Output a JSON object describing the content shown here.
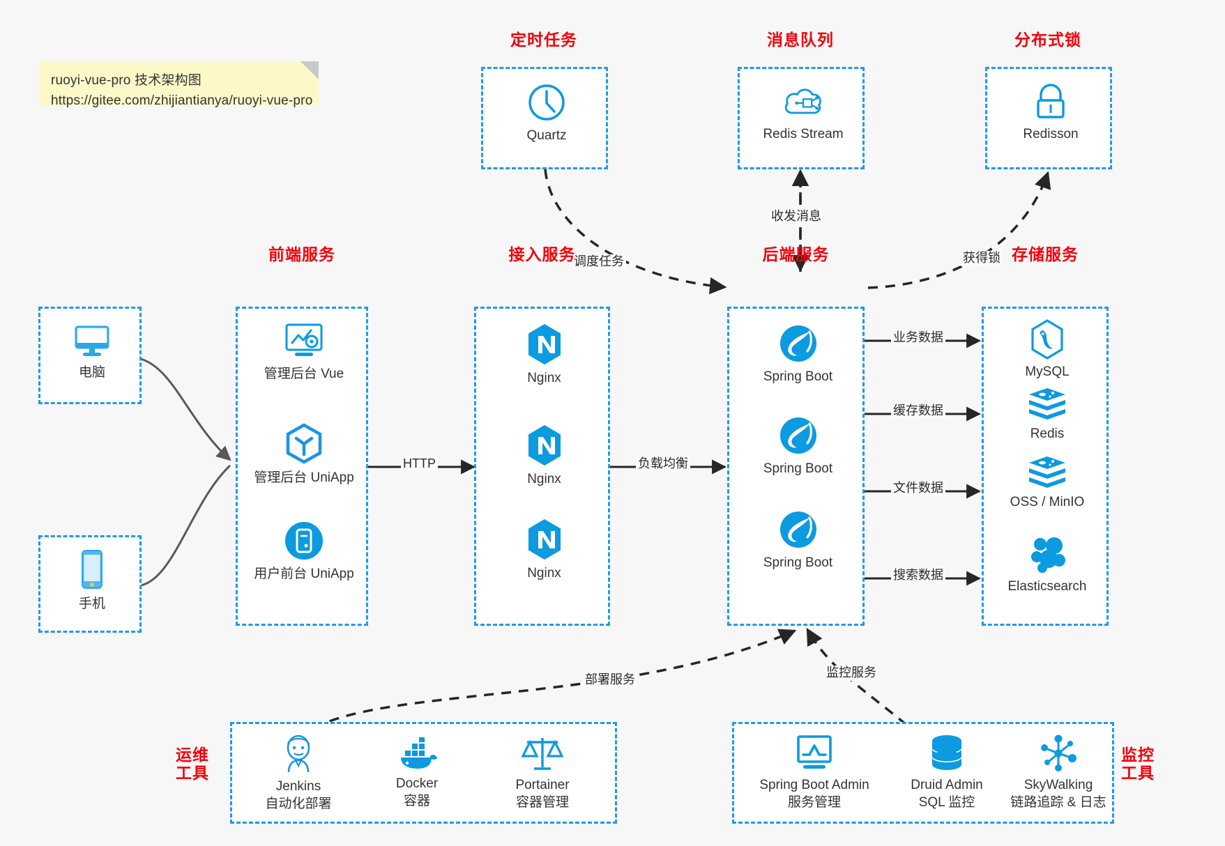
{
  "note": {
    "line1": "ruoyi-vue-pro 技术架构图",
    "line2": "https://gitee.com/zhijiantianya/ruoyi-vue-pro"
  },
  "groups": {
    "scheduler": "定时任务",
    "mq": "消息队列",
    "lock": "分布式锁",
    "frontend": "前端服务",
    "gateway": "接入服务",
    "backend": "后端服务",
    "storage": "存储服务",
    "devops_l1": "运维",
    "devops_l2": "工具",
    "monitor_l1": "监控",
    "monitor_l2": "工具"
  },
  "nodes": {
    "quartz": "Quartz",
    "redis_stream": "Redis Stream",
    "redisson": "Redisson",
    "computer": "电脑",
    "phone": "手机",
    "admin_vue": "管理后台 Vue",
    "admin_uniapp": "管理后台 UniApp",
    "user_uniapp": "用户前台 UniApp",
    "nginx1": "Nginx",
    "nginx2": "Nginx",
    "nginx3": "Nginx",
    "springboot1": "Spring Boot",
    "springboot2": "Spring Boot",
    "springboot3": "Spring Boot",
    "mysql": "MySQL",
    "redis": "Redis",
    "oss": "OSS / MinIO",
    "elasticsearch": "Elasticsearch",
    "jenkins": "Jenkins",
    "jenkins_sub": "自动化部署",
    "docker": "Docker",
    "docker_sub": "容器",
    "portainer": "Portainer",
    "portainer_sub": "容器管理",
    "sba": "Spring Boot Admin",
    "sba_sub": "服务管理",
    "druid": "Druid Admin",
    "druid_sub": "SQL 监控",
    "skywalking": "SkyWalking",
    "skywalking_sub": "链路追踪 & 日志"
  },
  "edges": {
    "schedule_task": "调度任务",
    "send_receive_msg": "收发消息",
    "acquire_lock": "获得锁",
    "http": "HTTP",
    "load_balance": "负载均衡",
    "business_data": "业务数据",
    "cache_data": "缓存数据",
    "file_data": "文件数据",
    "search_data": "搜索数据",
    "deploy_service": "部署服务",
    "monitor_service": "监控服务"
  },
  "colors": {
    "accent_blue": "#1e9aec",
    "label_red": "#f4000a",
    "icon_blue": "#0c9ae0",
    "note_yellow": "#fcf8c8",
    "background": "#f7f7f7",
    "arrow_dark": "#262626",
    "arrow_gray": "#595959"
  }
}
